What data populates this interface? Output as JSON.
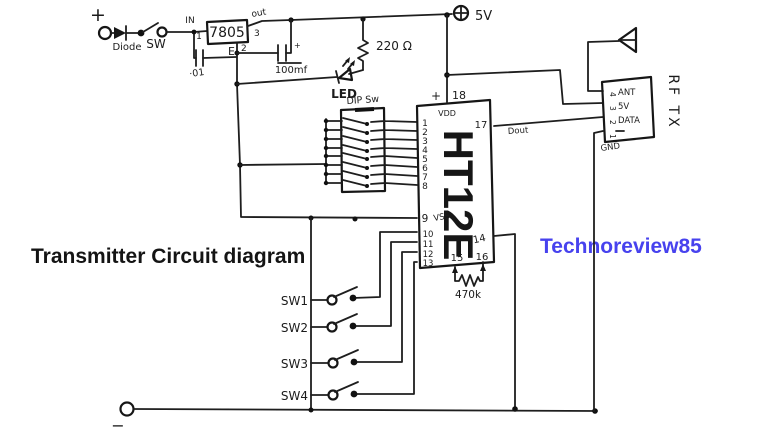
{
  "colors": {
    "ink": "#1b1b1b",
    "watermark_blue": "#4742ee",
    "background": "#ffffff"
  },
  "captions": {
    "title": "Transmitter Circuit diagram",
    "watermark": "Technoreview85"
  },
  "input_stage": {
    "plus_terminal": "+",
    "minus_terminal": "−",
    "diode_label": "Diode",
    "switch_label": "SW",
    "input_cap": "·01",
    "filter_cap": "100mf",
    "cap_polarity": "+",
    "supply_label": "5V",
    "regulator": {
      "name": "7805",
      "in_label": "IN",
      "in_pin": "1",
      "out_label": "out",
      "out_pin": "3",
      "gnd_pin": "2",
      "gnd_label": "E"
    }
  },
  "led_stage": {
    "resistor": "220 Ω",
    "led": "LED"
  },
  "dip_switch": {
    "label": "DIP Sw"
  },
  "encoder_ic": {
    "name": "HT12E",
    "vdd_plus": "+",
    "pin_vdd": "18",
    "vdd": "VDD",
    "pin_dout": "17",
    "dout": "Dout",
    "pin_vss": "9",
    "vss": "VSS",
    "address_pins": [
      "1",
      "2",
      "3",
      "4",
      "5",
      "6",
      "7",
      "8"
    ],
    "data_pins": [
      "10",
      "11",
      "12",
      "13"
    ],
    "te_pin": "14",
    "osc_pins": [
      "15",
      "16"
    ],
    "osc_resistor": "470k"
  },
  "buttons": {
    "sw1": "SW1",
    "sw2": "SW2",
    "sw3": "SW3",
    "sw4": "SW4"
  },
  "rf_module": {
    "name": "RF TX",
    "pin4": "4",
    "ant": "ANT",
    "pin3": "3",
    "v5": "5V",
    "pin2": "2",
    "data": "DATA",
    "pin1": "1",
    "gnd": "GND"
  }
}
